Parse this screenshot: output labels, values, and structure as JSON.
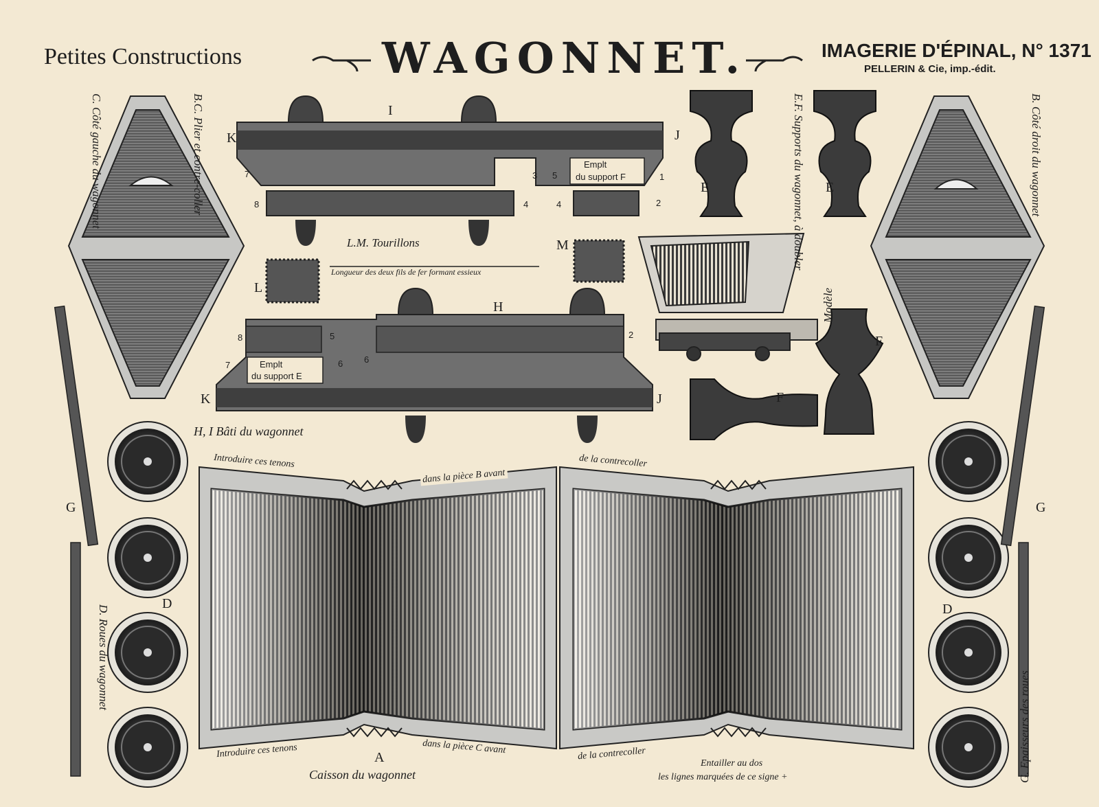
{
  "header": {
    "left_title": "Petites Constructions",
    "main_title": "WAGONNET.",
    "publisher": "IMAGERIE D'ÉPINAL, N° 1371",
    "publisher_sub": "PELLERIN & Cie, imp.-édit."
  },
  "piece_labels": {
    "C_side": "C. Côté gauche du wagonnet",
    "B_side": "B. Côté droit du wagonnet",
    "BC_fold": "B.C. Plier et contre-coller",
    "EF_supports": "E.F. Supports du wagonnet, à doubler",
    "tourillons": "L.M. Tourillons",
    "axles": "Longueur des deux fils de fer formant essieux",
    "bati": "H, I Bâti du wagonnet",
    "caisson": "Caisson du wagonnet",
    "roues": "D. Roues du wagonnet",
    "epaisseurs": "G. Epaisseurs des roues",
    "model": "Modèle",
    "empl_F_1": "Emplt",
    "empl_F_2": "du support F",
    "empl_E_1": "Emplt",
    "empl_E_2": "du support E",
    "intro_top_1": "Introduire ces tenons",
    "intro_top_2": "dans la pièce B avant",
    "intro_top_3": "de la contrecoller",
    "intro_bot_1": "Introduire ces tenons",
    "intro_bot_2": "dans la pièce C avant",
    "intro_bot_3": "de la contrecoller",
    "entailler_1": "Entailler au dos",
    "entailler_2": "les lignes marquées de ce signe +"
  },
  "letters": {
    "I": "I",
    "J": "J",
    "K": "K",
    "H": "H",
    "L": "L",
    "M": "M",
    "E": "E",
    "F": "F",
    "A": "A",
    "D": "D",
    "G": "G"
  },
  "tab_numbers": [
    "1",
    "2",
    "3",
    "4",
    "5",
    "6",
    "7",
    "8"
  ]
}
